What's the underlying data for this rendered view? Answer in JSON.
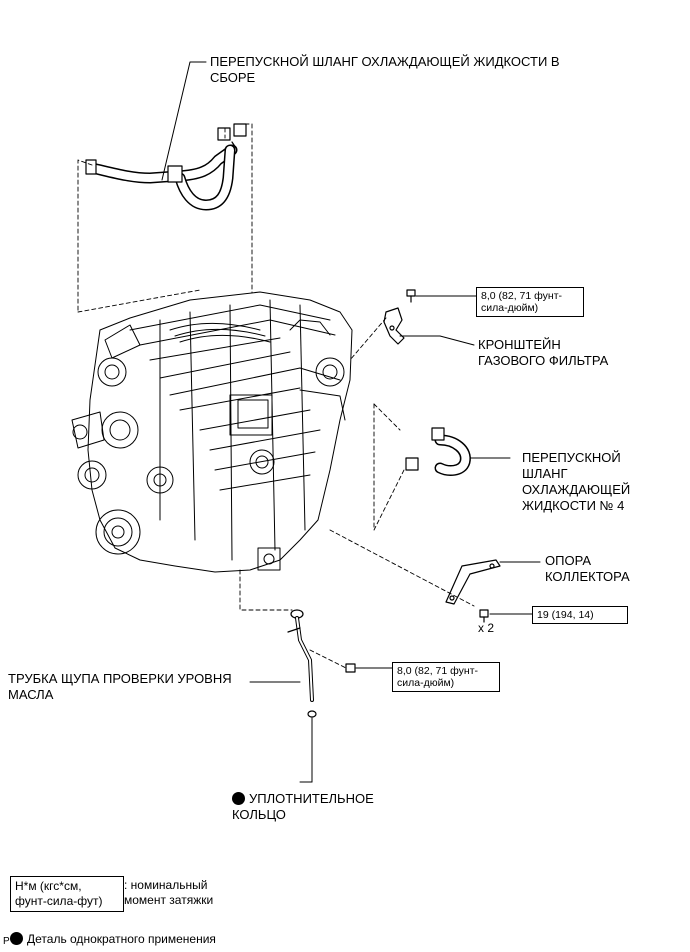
{
  "labels": {
    "bypass_hose_assy": "ПЕРЕПУСКНОЙ ШЛАНГ ОХЛАЖДАЮЩЕЙ ЖИДКОСТИ В\nСБОРЕ",
    "gas_filter_bracket": "КРОНШТЕЙН\nГАЗОВОГО ФИЛЬТРА",
    "bypass_hose_4": "ПЕРЕПУСКНОЙ\nШЛАНГ\nОХЛАЖДАЮЩЕЙ\nЖИДКОСТИ № 4",
    "manifold_stay": "ОПОРА\nКОЛЛЕКТОРА",
    "dipstick_tube": "ТРУБКА ЩУПА ПРОВЕРКИ УРОВНЯ\nМАСЛА",
    "o_ring": "УПЛОТНИТЕЛЬНОЕ\nКОЛЬЦО"
  },
  "torques": {
    "bracket_bolt": "8,0 (82, 71 фунт-\nсила-дюйм)",
    "stay_bolt": "19 (194, 14)",
    "tube_bolt": "8,0 (82, 71 фунт-\nсила-дюйм)"
  },
  "quantity": "x 2",
  "legend": {
    "unit_box": "Н*м (кгс*см,\nфунт-сила-фут)",
    "unit_desc": ": номинальный\nмомент затяжки",
    "non_reusable": "Деталь однократного применения"
  },
  "corner_mark": "P"
}
